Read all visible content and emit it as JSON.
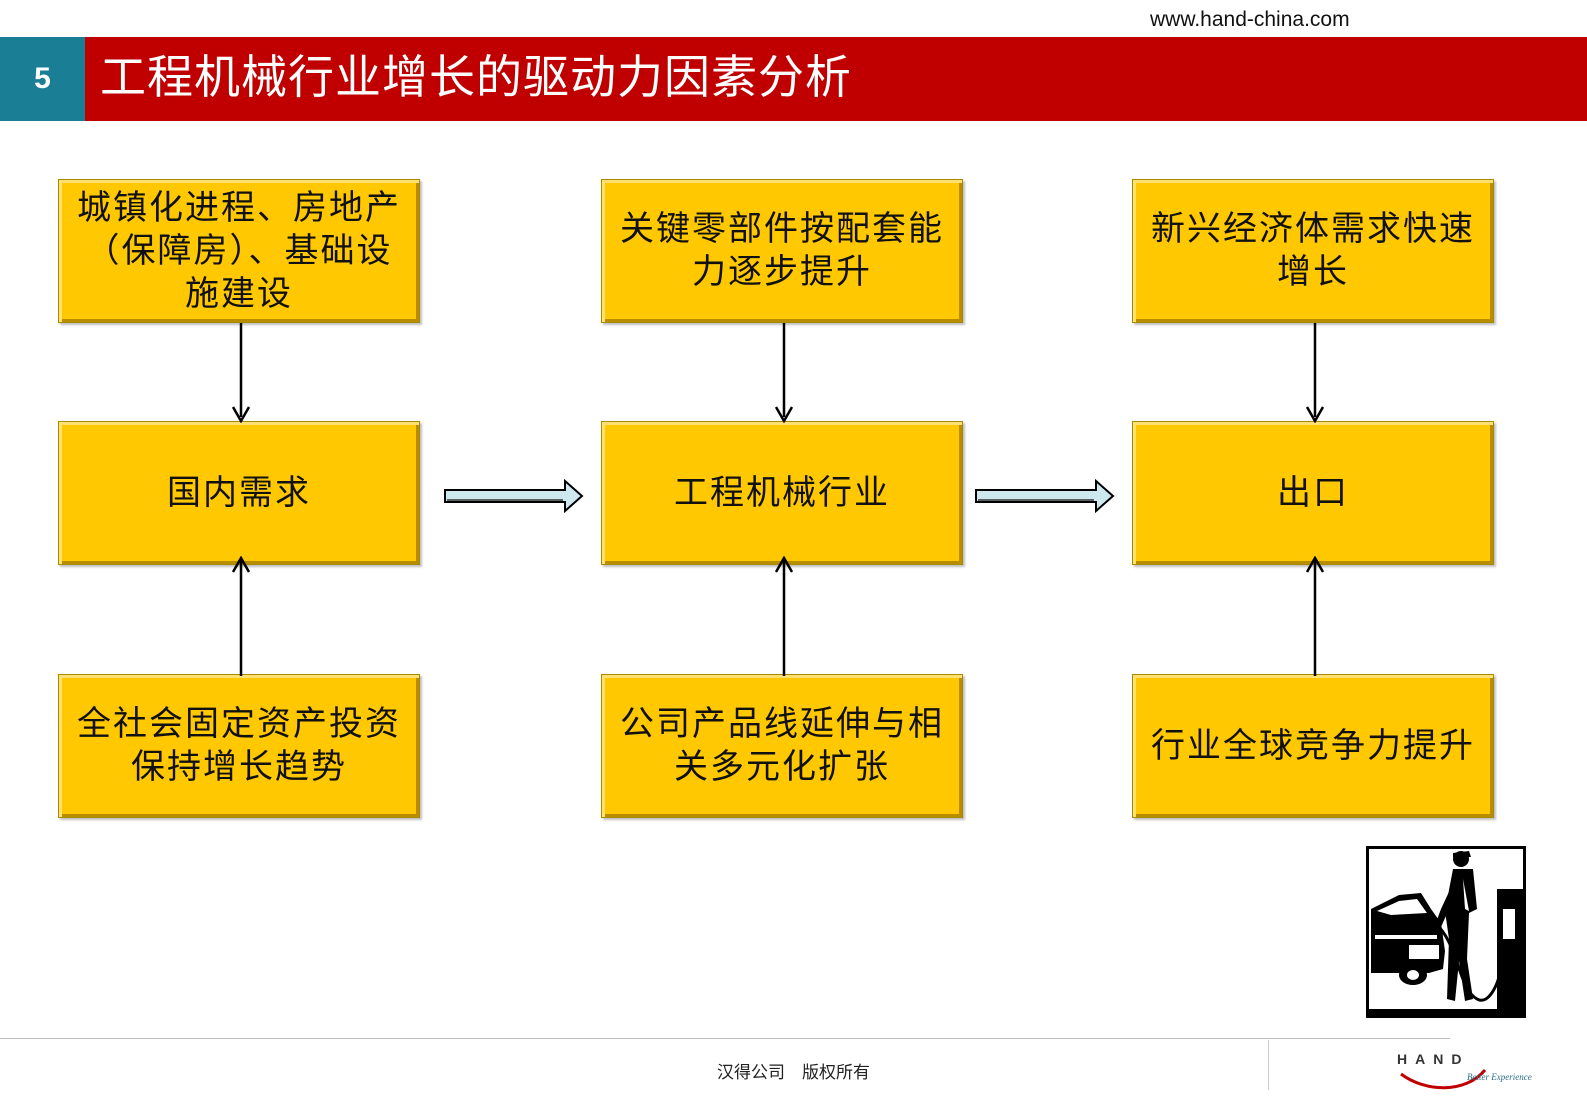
{
  "header": {
    "url": "www.hand-china.com",
    "slide_number": "5",
    "title": "工程机械行业增长的驱动力因素分析"
  },
  "diagram": {
    "top_row": [
      "城镇化进程、房地产（保障房）、基础设施建设",
      "关键零部件按配套能力逐步提升",
      "新兴经济体需求快速增长"
    ],
    "middle_row": [
      "国内需求",
      "工程机械行业",
      "出口"
    ],
    "bottom_row": [
      "全社会固定资产投资保持增长趋势",
      "公司产品线延伸与相关多元化扩张",
      "行业全球竞争力提升"
    ]
  },
  "footer": {
    "copyright": "汉得公司　版权所有",
    "logo_text": "HAND",
    "logo_tagline": "Better Experience"
  },
  "colors": {
    "title_bar": "#c00000",
    "number_block": "#1a7f94",
    "box_fill": "#ffc800",
    "arrow_fill": "#cde9ef"
  }
}
